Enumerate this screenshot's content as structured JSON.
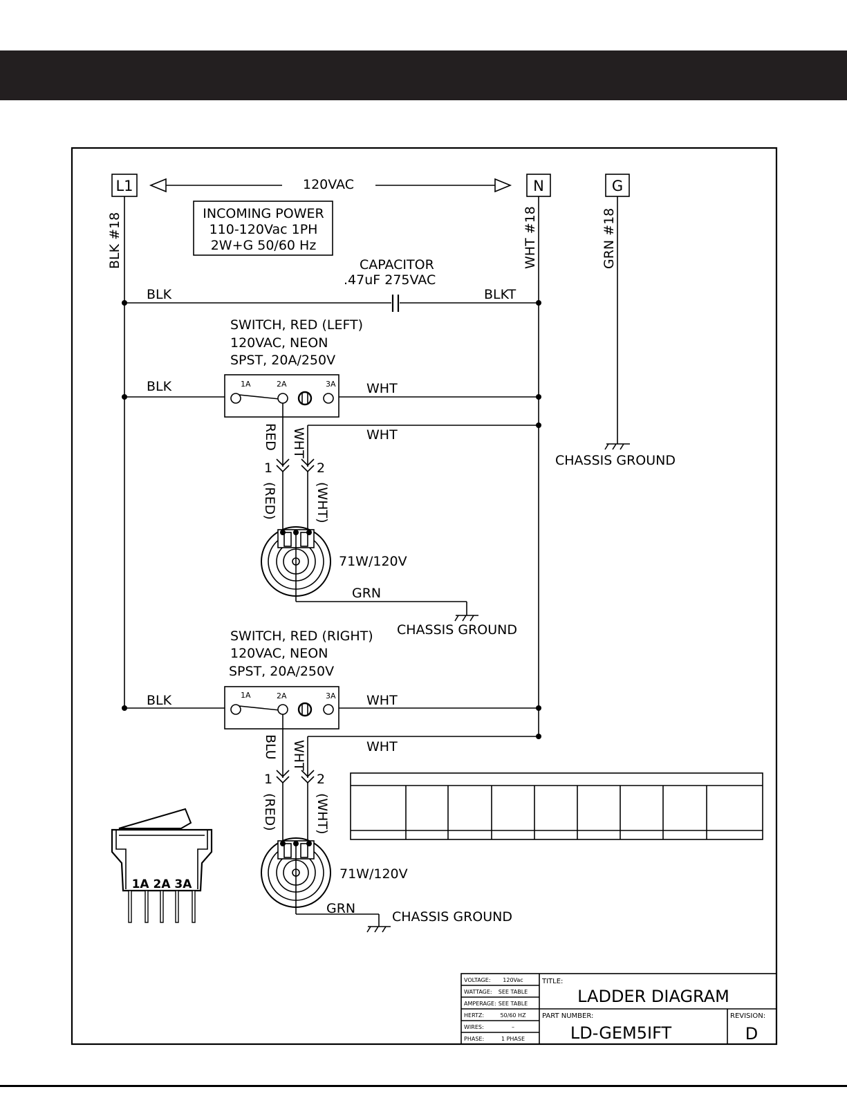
{
  "terminals": {
    "l1": "L1",
    "n": "N",
    "g": "G"
  },
  "supply_voltage": "120VAC",
  "incoming_power": {
    "line1": "INCOMING POWER",
    "line2": "110-120Vac 1PH",
    "line3": "2W+G 50/60 Hz"
  },
  "wire_gauges": {
    "l1": "BLK #18",
    "n": "WHT #18",
    "g": "GRN #18"
  },
  "capacitor": {
    "title": "CAPACITOR",
    "rating": ".47uF  275VAC",
    "left_wire": "BLK",
    "right_wire": "BLKT"
  },
  "switch_left": {
    "line1": "SWITCH, RED (LEFT)",
    "line2": "120VAC, NEON",
    "line3": "SPST, 20A/250V",
    "in_wire": "BLK",
    "out_wire": "WHT",
    "return_wire": "WHT",
    "pin_1a": "1A",
    "pin_2a": "2A",
    "pin_3a": "3A",
    "lead_1": "RED",
    "lead_2": "WHT"
  },
  "switch_right": {
    "line1": "SWITCH, RED (RIGHT)",
    "line2": "120VAC, NEON",
    "line3": "SPST, 20A/250V",
    "in_wire": "BLK",
    "out_wire": "WHT",
    "return_wire": "WHT",
    "pin_1a": "1A",
    "pin_2a": "2A",
    "pin_3a": "3A",
    "lead_1": "BLU",
    "lead_2": "WHT"
  },
  "connector_top": {
    "pin1": "1",
    "pin2": "2",
    "color1": "(RED)",
    "color2": "(WHT)"
  },
  "connector_bottom": {
    "pin1": "1",
    "pin2": "2",
    "color1": "(RED)",
    "color2": "(WHT)"
  },
  "element_top": {
    "rating": "71W/120V",
    "ground_wire": "GRN",
    "ground_label": "CHASSIS GROUND"
  },
  "element_bottom": {
    "rating": "71W/120V",
    "ground_wire": "GRN",
    "ground_label": "CHASSIS GROUND"
  },
  "ground_main": "CHASSIS GROUND",
  "switch_illustration": {
    "pin_labels": "1A 2A 3A"
  },
  "title_block": {
    "specs": [
      {
        "key": "VOLTAGE:",
        "value": "120Vac"
      },
      {
        "key": "WATTAGE:",
        "value": "SEE TABLE"
      },
      {
        "key": "AMPERAGE:",
        "value": "SEE TABLE"
      },
      {
        "key": "HERTZ:",
        "value": "50/60 HZ"
      },
      {
        "key": "WIRES:",
        "value": "–"
      },
      {
        "key": "PHASE:",
        "value": "1 PHASE"
      }
    ],
    "title_label": "TITLE:",
    "title": "LADDER DIAGRAM",
    "part_number_label": "PART NUMBER:",
    "part_number": "LD-GEM5IFT",
    "revision_label": "REVISION:",
    "revision": "D"
  }
}
